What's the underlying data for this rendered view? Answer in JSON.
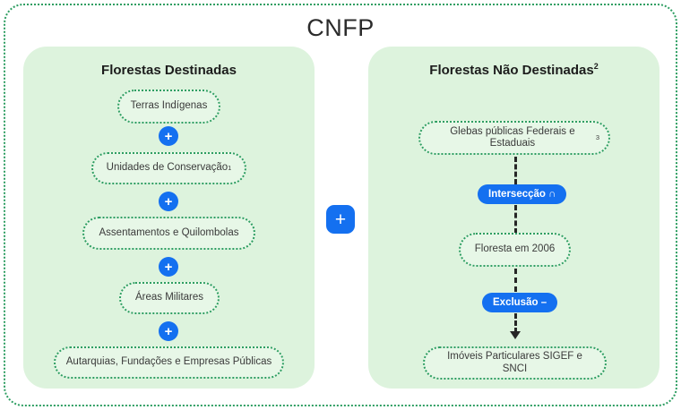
{
  "diagram": {
    "title": "CNFP",
    "colors": {
      "accent_blue": "#1470f0",
      "panel_green": "#ddf3dd",
      "node_fill": "#e7f7e7",
      "dotted_border_green": "#2e9e62",
      "connector_dark": "#262626",
      "text_dark": "#3a3a3a"
    },
    "center_operator": {
      "symbol": "+",
      "name": "plus"
    },
    "left_panel": {
      "title": "Florestas Destinadas",
      "title_superscript": "",
      "nodes": [
        {
          "label": "Terras Indígenas",
          "superscript": ""
        },
        {
          "label": "Unidades de Conservação",
          "superscript": "1"
        },
        {
          "label": "Assentamentos e Quilombolas",
          "superscript": ""
        },
        {
          "label": "Áreas Militares",
          "superscript": ""
        },
        {
          "label": "Autarquias, Fundações e Empresas Públicas",
          "superscript": ""
        }
      ],
      "connectors": [
        "+",
        "+",
        "+",
        "+"
      ]
    },
    "right_panel": {
      "title": "Florestas Não Destinadas",
      "title_superscript": "2",
      "nodes": [
        {
          "label": "Glebas públicas Federais e Estaduais",
          "superscript": "3"
        },
        {
          "label": "Floresta em 2006",
          "superscript": ""
        },
        {
          "label": "Imóveis Particulares SIGEF e SNCI",
          "superscript": ""
        }
      ],
      "operators": [
        {
          "label": "Intersecção ∩",
          "name": "intersection"
        },
        {
          "label": "Exclusão –",
          "name": "exclusion"
        }
      ]
    }
  }
}
